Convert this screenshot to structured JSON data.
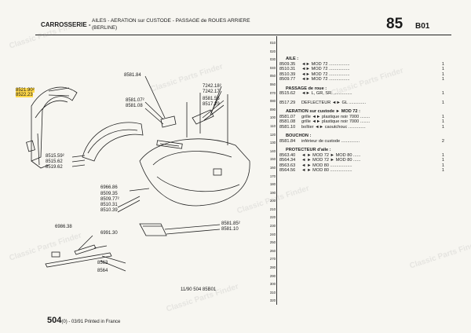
{
  "header": {
    "section": "CARROSSERIE -",
    "description": "AILES - AERATION sur CUSTODE - PASSAGE de ROUES ARRIERE (BERLINE)",
    "page_number": "85",
    "page_code": "B01"
  },
  "scale": [
    "010",
    "020",
    "030",
    "040",
    "050",
    "060",
    "070",
    "080",
    "090",
    "100",
    "110",
    "120",
    "130",
    "140",
    "150",
    "160",
    "170",
    "180",
    "190",
    "200",
    "210",
    "220",
    "230",
    "240",
    "250",
    "260",
    "270",
    "280",
    "290",
    "300",
    "310",
    "320"
  ],
  "refs": [
    {
      "id": "r1",
      "text": "8521.90²",
      "highlight": true
    },
    {
      "id": "r2",
      "text": "8522.23",
      "highlight": true
    },
    {
      "id": "r3",
      "text": "8581.84",
      "highlight": false
    },
    {
      "id": "r4",
      "text": "7242.18²",
      "highlight": false
    },
    {
      "id": "r5",
      "text": "7242.17",
      "highlight": false
    },
    {
      "id": "r6",
      "text": "8581.07²",
      "highlight": false
    },
    {
      "id": "r7",
      "text": "8581.55",
      "highlight": false
    },
    {
      "id": "r8",
      "text": "8581.08",
      "highlight": false
    },
    {
      "id": "r9",
      "text": "8517.29",
      "highlight": false
    },
    {
      "id": "r10",
      "text": "8515.59²",
      "highlight": false
    },
    {
      "id": "r11",
      "text": "8515.62",
      "highlight": false
    },
    {
      "id": "r12",
      "text": "8519.62",
      "highlight": false
    },
    {
      "id": "r13",
      "text": "6966.86",
      "highlight": false
    },
    {
      "id": "r14",
      "text": "8509.35",
      "highlight": false
    },
    {
      "id": "r15",
      "text": "8509.77²",
      "highlight": false
    },
    {
      "id": "r16",
      "text": "8510.31",
      "highlight": false
    },
    {
      "id": "r17",
      "text": "8510.39",
      "highlight": false
    },
    {
      "id": "r18",
      "text": "6986.38",
      "highlight": false
    },
    {
      "id": "r19",
      "text": "6991.30",
      "highlight": false
    },
    {
      "id": "r20",
      "text": "8581.85²",
      "highlight": false
    },
    {
      "id": "r21",
      "text": "8581.10",
      "highlight": false
    },
    {
      "id": "r22",
      "text": "8563",
      "highlight": false
    },
    {
      "id": "r23",
      "text": "8564",
      "highlight": false
    }
  ],
  "parts": [
    {
      "type": "sec",
      "desc": "AILE :"
    },
    {
      "type": "row",
      "code": "8509.35",
      "desc": "◄► MOD 72 .................",
      "qty": "1",
      "arrow": "both"
    },
    {
      "type": "row",
      "code": "8510.31",
      "desc": "◄► MOD 72 .................",
      "qty": "1",
      "arrow": "both"
    },
    {
      "type": "row",
      "code": "8510.39",
      "desc": "◄► MOD 72 .................",
      "qty": "1",
      "arrow": "both"
    },
    {
      "type": "row",
      "code": "8509.77",
      "desc": "◄► MOD 72 .................",
      "qty": "1",
      "arrow": "both"
    },
    {
      "type": "gap"
    },
    {
      "type": "sec",
      "desc": "PASSAGE de roue :"
    },
    {
      "type": "row",
      "code": "8515.62",
      "desc": "◄► L, GR, SR. ...............",
      "qty": "1",
      "arrow": "both"
    },
    {
      "type": "gap"
    },
    {
      "type": "row",
      "code": "8517.29",
      "desc": "DEFLECTEUR ◄► GL ..............",
      "qty": "1",
      "arrow": "none"
    },
    {
      "type": "gap"
    },
    {
      "type": "sec",
      "desc": "AERATION sur custode ► MOD 72 :"
    },
    {
      "type": "row",
      "code": "8581.07",
      "desc": "grille ◄► plastique noir 7000 ........",
      "qty": "1",
      "arrow": "none"
    },
    {
      "type": "row",
      "code": "8581.08",
      "desc": "grille ◄► plastique noir 7000 ........",
      "qty": "1",
      "arrow": "none"
    },
    {
      "type": "row",
      "code": "8581.10",
      "desc": "boîtier ◄► caoutchouc ..............",
      "qty": "1",
      "arrow": "none"
    },
    {
      "type": "gap"
    },
    {
      "type": "sec",
      "desc": "BOUCHON :"
    },
    {
      "type": "row",
      "code": "8581.84",
      "desc": "inférieur de custode ...............",
      "qty": "2",
      "arrow": "none"
    },
    {
      "type": "gap"
    },
    {
      "type": "sec",
      "desc": "PROTECTEUR d'aile :"
    },
    {
      "type": "row",
      "code": "8563.40",
      "desc": "◄ ► MOD 72 ► MOD 80 ......",
      "qty": "1",
      "arrow": "none"
    },
    {
      "type": "row",
      "code": "8564.34",
      "desc": "◄ ► MOD 72 ► MOD 80 ......",
      "qty": "1",
      "arrow": "none"
    },
    {
      "type": "row",
      "code": "8563.63",
      "desc": "◄ ► MOD 80 ..................",
      "qty": "1",
      "arrow": "none"
    },
    {
      "type": "row",
      "code": "8564.56",
      "desc": "◄ ► MOD 80 ..................",
      "qty": "1",
      "arrow": "none"
    }
  ],
  "footer": {
    "code": "11/90  504  85B01",
    "model": "504",
    "note": "(0) - 03/91 Printed in France"
  },
  "watermarks": [
    "Classic Parts Finder"
  ]
}
